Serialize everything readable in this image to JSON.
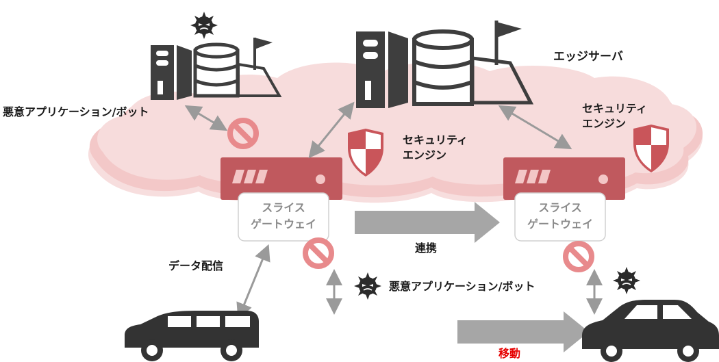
{
  "labels": {
    "edge_server": "エッジサーバ",
    "malicious_app_top": "悪意アプリケーション/ボット",
    "malicious_app_mid": "悪意アプリケーション/ボット",
    "security_engine_left_1": "セキュリティ",
    "security_engine_left_2": "エンジン",
    "security_engine_right_1": "セキュリティ",
    "security_engine_right_2": "エンジン",
    "slice_gateway_left_1": "スライス",
    "slice_gateway_left_2": "ゲートウェイ",
    "slice_gateway_right_1": "スライス",
    "slice_gateway_right_2": "ゲートウェイ",
    "data_delivery": "データ配信",
    "cooperation": "連携",
    "movement": "移動"
  },
  "colors": {
    "cloud": "#f4d3d3",
    "cloud_edge": "#d99a9a",
    "gateway": "#c0595e",
    "shield": "#c8585c",
    "block_sign": "#e88a8c",
    "server": "#4a4a4a",
    "arrow_gray": "#a6a6a6",
    "accent_red": "#e60000"
  },
  "icons": [
    "server-icon",
    "database-icon",
    "map-flag-icon",
    "virus-icon",
    "shield-icon",
    "prohibited-icon",
    "car-icon",
    "gateway-device-icon"
  ]
}
